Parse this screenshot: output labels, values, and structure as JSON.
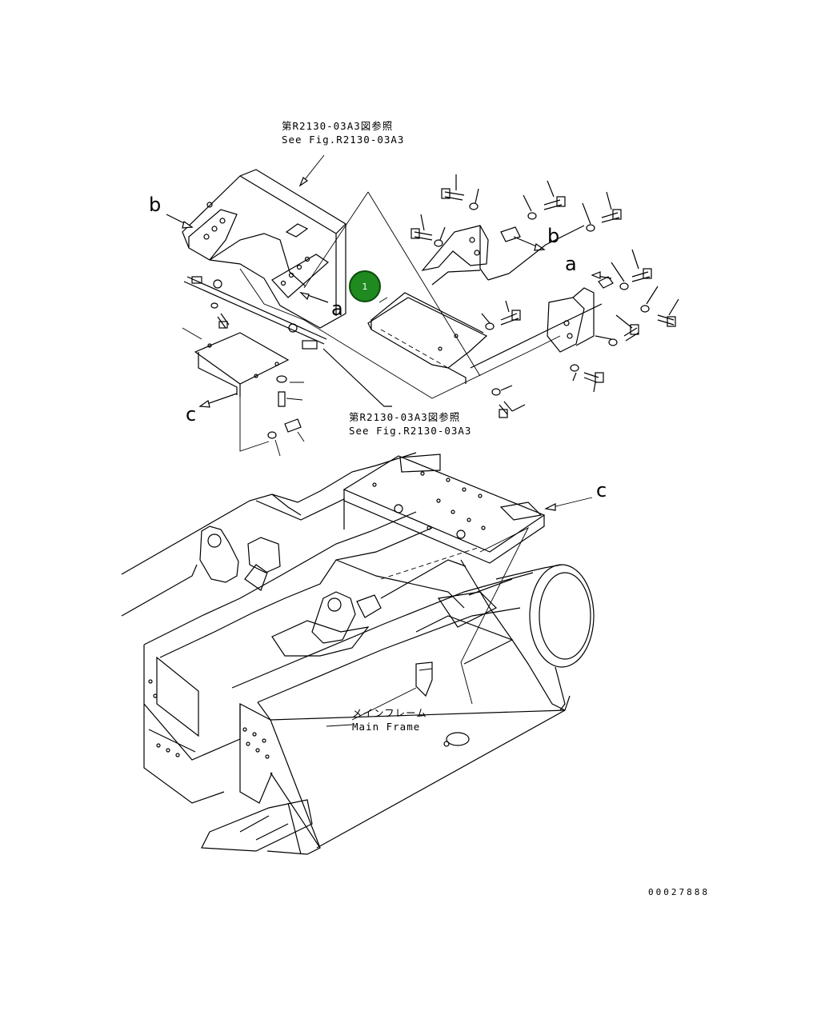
{
  "labels": {
    "ref_top": {
      "jp": "第R2130-03A3図参照",
      "en": "See Fig.R2130-03A3"
    },
    "ref_mid": {
      "jp": "第R2130-03A3図参照",
      "en": "See Fig.R2130-03A3"
    },
    "main_frame": {
      "jp": "メインフレーム",
      "en": "Main Frame"
    }
  },
  "view_letters": {
    "b1": "b",
    "b2": "b",
    "a1": "a",
    "a2": "a",
    "c1": "c",
    "c2": "c"
  },
  "callout": {
    "number": "1",
    "color": "#1f8a1f"
  },
  "drawing_number": "00027888"
}
